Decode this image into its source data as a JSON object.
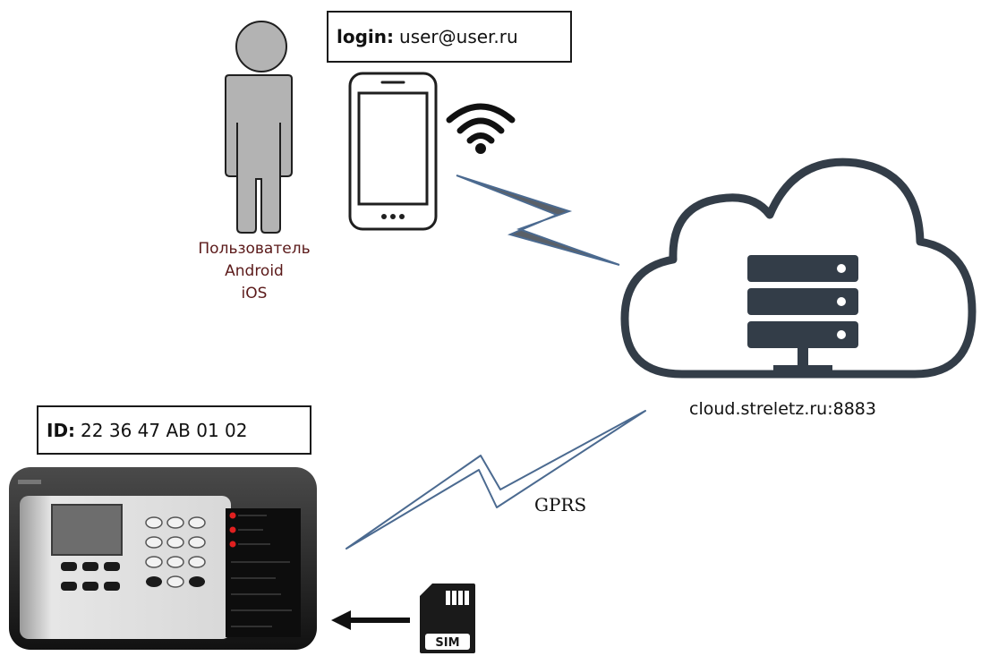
{
  "login_box": {
    "label": "login:",
    "value": "user@user.ru"
  },
  "user": {
    "lines": [
      "Пользователь",
      "Android",
      "iOS"
    ],
    "icon": "person-icon"
  },
  "phone": {
    "icon": "smartphone-icon"
  },
  "wifi": {
    "icon": "wifi-icon"
  },
  "cloud": {
    "address": "cloud.streletz.ru:8883",
    "icon": "cloud-server-icon"
  },
  "link": {
    "gprs_label": "GPRS"
  },
  "device_box": {
    "label": "ID:",
    "value": "22 36 47 AB 01 02"
  },
  "panel": {
    "icon": "security-panel-icon"
  },
  "sim": {
    "label": "SIM",
    "icon": "sim-card-icon"
  },
  "colors": {
    "figure_gray": "#b3b3b3",
    "outline": "#1f1f1f",
    "server_dark": "#333d48",
    "caption": "#5b1a1a",
    "bolt": "#5a6e86"
  }
}
